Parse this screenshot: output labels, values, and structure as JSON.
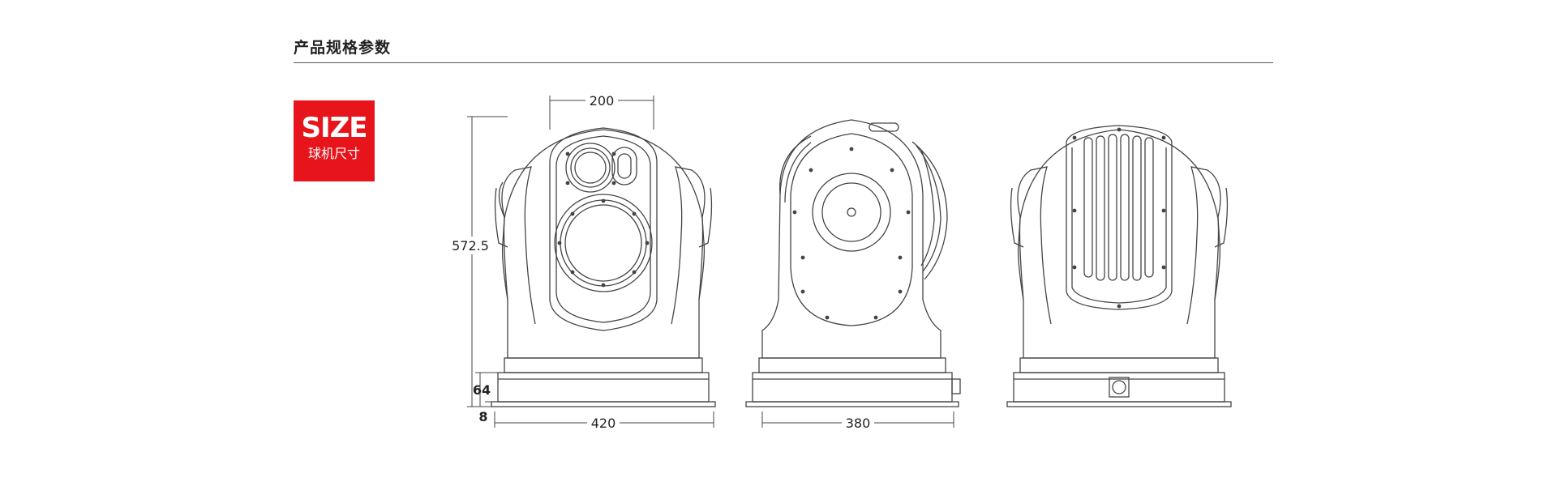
{
  "section": {
    "title": "产品规格参数"
  },
  "badge": {
    "big": "SIZE",
    "small": "球机尺寸"
  },
  "dimensions": {
    "front_top_width": "200",
    "front_height": "572.5",
    "base_height": "64",
    "flange_thickness": "8",
    "front_base_width": "420",
    "side_base_width": "380"
  },
  "colors": {
    "badge_bg": "#e8141b",
    "line": "#444444"
  }
}
